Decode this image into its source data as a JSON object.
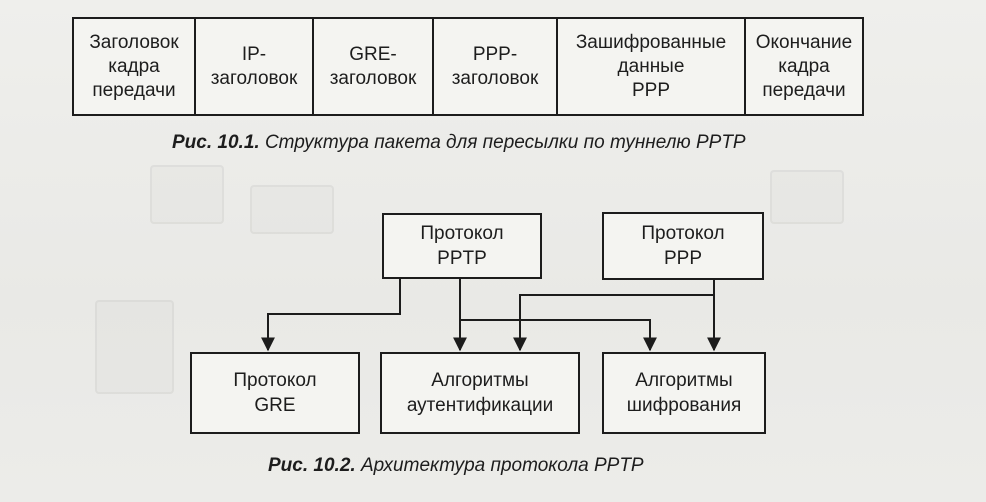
{
  "figure1": {
    "cells": [
      "Заголовок\nкадра\nпередачи",
      "IP-\nзаголовок",
      "GRE-\nзаголовок",
      "PPP-\nзаголовок",
      "Зашифрованные\nданные\nPPP",
      "Окончание\nкадра\nпередачи"
    ],
    "caption_number": "Рис. 10.1.",
    "caption_text": "Структура пакета для пересылки по туннелю PPTP"
  },
  "figure2": {
    "boxes": {
      "pptp": "Протокол\nPPTP",
      "ppp": "Протокол\nPPP",
      "gre": "Протокол\nGRE",
      "auth": "Алгоритмы\nаутентификации",
      "enc": "Алгоритмы\nшифрования"
    },
    "caption_number": "Рис. 10.2.",
    "caption_text": "Архитектура протокола PPTP"
  },
  "colors": {
    "ink": "#1c1c1c",
    "paper": "#ebebe8"
  }
}
